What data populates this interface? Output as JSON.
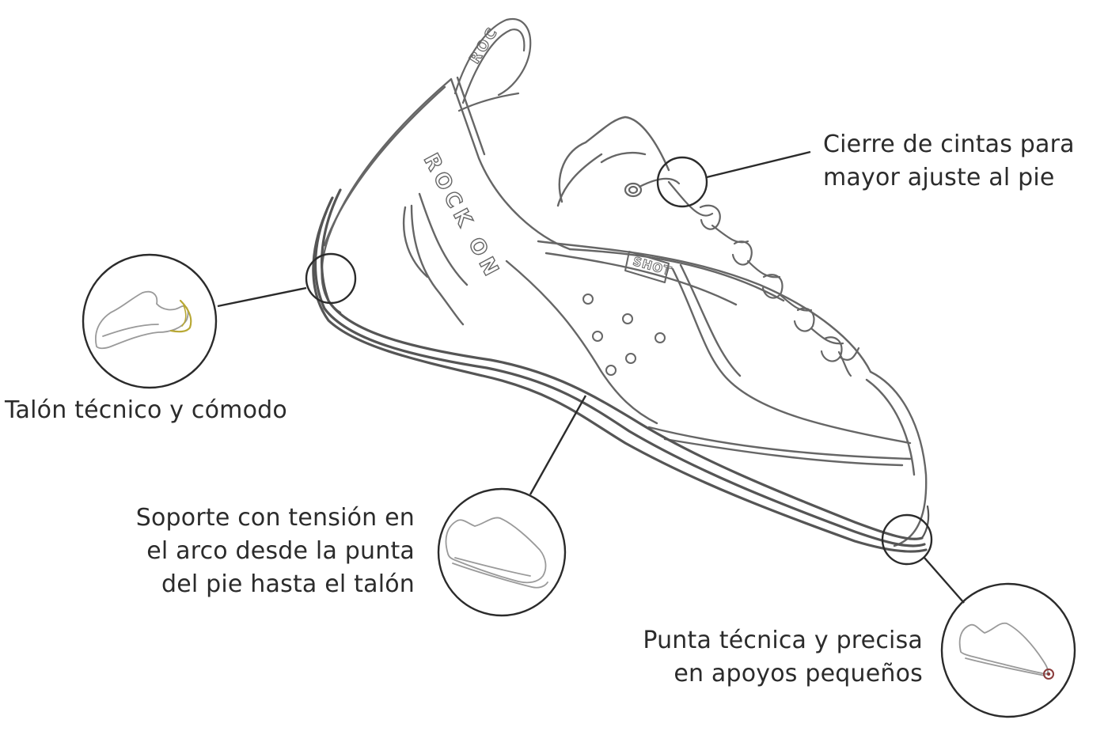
{
  "colors": {
    "ink": "#2b2b2b",
    "sketch": "#666666",
    "sole": "#555555",
    "heel_highlight": "#b8a834",
    "toe_highlight": "#8a3b3b",
    "mini_sketch": "#9a9a9a"
  },
  "shoe": {
    "brand_text": "ROCK ON",
    "tag_text": "SHOT",
    "pull_tab_text": "ROC"
  },
  "callouts": {
    "closure": {
      "lines": [
        "Cierre de cintas para",
        "mayor ajuste al pie"
      ]
    },
    "heel": {
      "lines": [
        "Talón técnico y cómodo"
      ],
      "icon": "heel-detail-icon"
    },
    "arch": {
      "lines": [
        "Soporte con tensión en",
        "el arco desde la punta",
        "del pie hasta el talón"
      ],
      "icon": "arch-detail-icon"
    },
    "toe": {
      "lines": [
        "Punta técnica y precisa",
        "en apoyos pequeños"
      ],
      "icon": "toe-detail-icon"
    }
  }
}
